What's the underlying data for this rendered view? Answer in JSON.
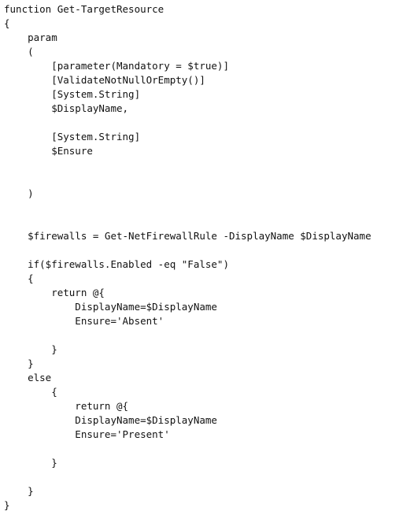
{
  "code": {
    "lines": [
      "function Get-TargetResource",
      "{",
      "    param",
      "    (",
      "        [parameter(Mandatory = $true)]",
      "        [ValidateNotNullOrEmpty()]",
      "        [System.String]",
      "        $DisplayName,",
      "",
      "        [System.String]",
      "        $Ensure",
      "",
      "",
      "    )",
      "",
      "",
      "    $firewalls = Get-NetFirewallRule -DisplayName $DisplayName",
      "",
      "    if($firewalls.Enabled -eq \"False\")",
      "    {",
      "        return @{",
      "            DisplayName=$DisplayName",
      "            Ensure='Absent'",
      "",
      "        }",
      "    }",
      "    else",
      "        {",
      "            return @{",
      "            DisplayName=$DisplayName",
      "            Ensure='Present'",
      "",
      "        }",
      "",
      "    }",
      "}"
    ]
  }
}
